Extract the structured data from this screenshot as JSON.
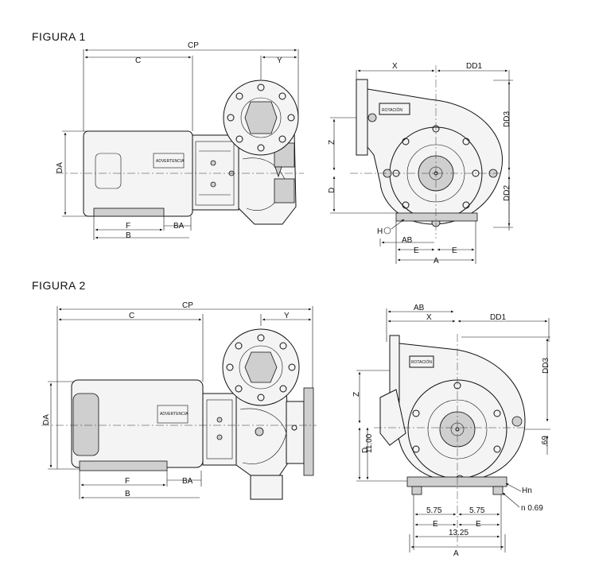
{
  "figure1": {
    "title": "FIGURA 1",
    "labels": {
      "cp": "CP",
      "c": "C",
      "y": "Y",
      "da": "DA",
      "f": "F",
      "b": "B",
      "ba": "BA",
      "advertencia": "ADVERTENCIA",
      "x": "X",
      "dd1": "DD1",
      "dd3": "DD3",
      "dd2": "DD2",
      "z": "Z",
      "d": "D",
      "h": "H",
      "ab": "AB",
      "e_left": "E",
      "e_right": "E",
      "a": "A",
      "rotacion": "ROTACIÓN"
    }
  },
  "figure2": {
    "title": "FIGURA 2",
    "labels": {
      "cp": "CP",
      "c": "C",
      "y": "Y",
      "da": "DA",
      "f": "F",
      "b": "B",
      "ba": "BA",
      "advertencia": "ADVERTENCIA",
      "ab": "AB",
      "x": "X",
      "dd1": "DD1",
      "dd3": "DD3",
      "z": "Z",
      "d": "D",
      "height": "11.00",
      "d69": ".69",
      "hn": "Hn",
      "n": "n 0.69",
      "half_left": "5.75",
      "half_right": "5.75",
      "e_left": "E",
      "e_right": "E",
      "overall": "13.25",
      "a": "A",
      "rotacion": "ROTACIÓN"
    }
  }
}
